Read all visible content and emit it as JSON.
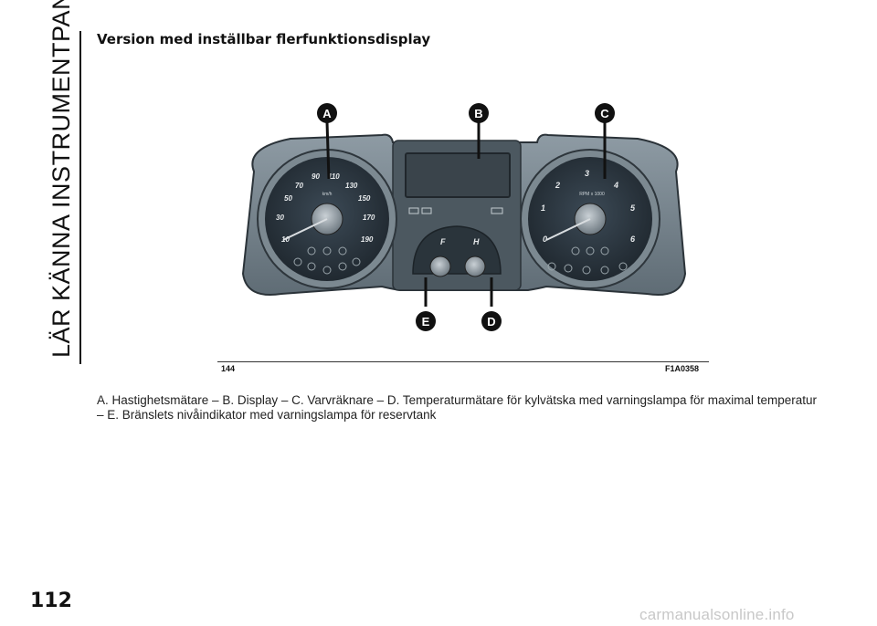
{
  "side_title": "LÄR KÄNNA INSTRUMENTPANELEN",
  "heading": "Version med inställbar flerfunktionsdisplay",
  "figure": {
    "number": "144",
    "code": "F1A0358",
    "callouts": [
      "A",
      "B",
      "C",
      "D",
      "E"
    ],
    "speedo_unit": "km/h",
    "speedo_ticks": [
      "10",
      "30",
      "50",
      "70",
      "90",
      "110",
      "130",
      "150",
      "170",
      "190"
    ],
    "tacho_unit": "RPM x 1000",
    "tacho_ticks": [
      "0",
      "1",
      "2",
      "3",
      "4",
      "5",
      "6"
    ],
    "fuel_letter": "F",
    "temp_letter": "H"
  },
  "caption": "A. Hastighetsmätare – B. Display – C. Varvräknare – D. Temperaturmätare för kylvätska med varningslampa för maximal temperatur – E. Bränslets nivåindikator med varningslampa för reservtank",
  "page_number": "112",
  "watermark": "carmanualsonline.info"
}
